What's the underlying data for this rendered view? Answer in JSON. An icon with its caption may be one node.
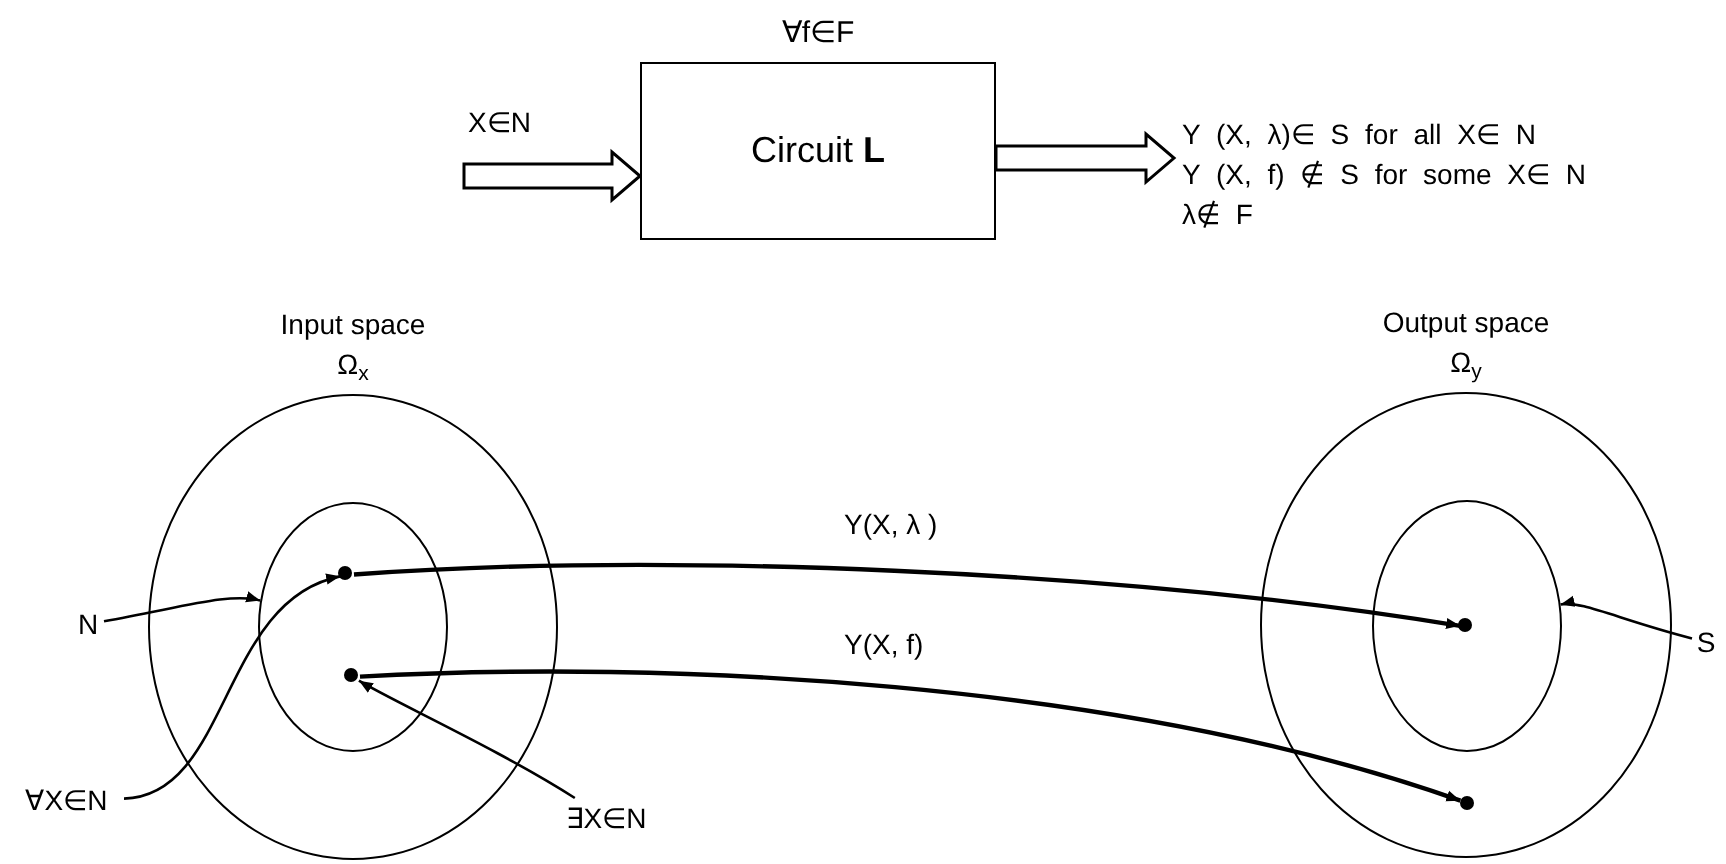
{
  "diagram": {
    "nodes": [
      {
        "text": [
          "Circuit **L**"
        ],
        "beside": [
          "∀f∈F"
        ]
      },
      {
        "text": [
          "Y (X, λ)∈ S for all X∈ N",
          "Y (X, f) ∉ S for some X∈ N",
          "λ∉ F"
        ]
      },
      {
        "text": [
          "Input space",
          "Ω$_{x}$"
        ]
      },
      {
        "text": [],
        "shape": "circle",
        "in": 2
      },
      {
        "text": [],
        "shape": "circle",
        "in": 3
      },
      {
        "text": [],
        "shape": "circle",
        "in": 3
      },
      {
        "text": [
          "Output space",
          "Ω$_{y}$"
        ]
      },
      {
        "text": [],
        "shape": "circle",
        "in": 6
      },
      {
        "text": [],
        "shape": "circle",
        "in": 7
      },
      {
        "text": [],
        "shape": "circle",
        "in": 6
      },
      {
        "text": [
          "N"
        ]
      },
      {
        "text": [
          "∀X∈N"
        ]
      },
      {
        "text": [
          "∃X∈N"
        ]
      },
      {
        "text": [
          "S"
        ]
      }
    ],
    "edges": [
      {
        "from": null,
        "to": 0,
        "arrow": "to",
        "label": "X∈N",
        "style": "thick"
      },
      {
        "from": 0,
        "to": 1,
        "arrow": "to",
        "style": "thick"
      },
      {
        "from": 4,
        "to": 8,
        "arrow": "to",
        "label": "Y(X, λ )"
      },
      {
        "from": 5,
        "to": 9,
        "arrow": "to",
        "label": "Y(X, f)"
      },
      {
        "from": 10,
        "to": 3,
        "arrow": "to"
      },
      {
        "from": 11,
        "to": 4,
        "arrow": "to"
      },
      {
        "from": 12,
        "to": 5,
        "arrow": "to"
      },
      {
        "from": 13,
        "to": 7,
        "arrow": "to"
      }
    ]
  }
}
